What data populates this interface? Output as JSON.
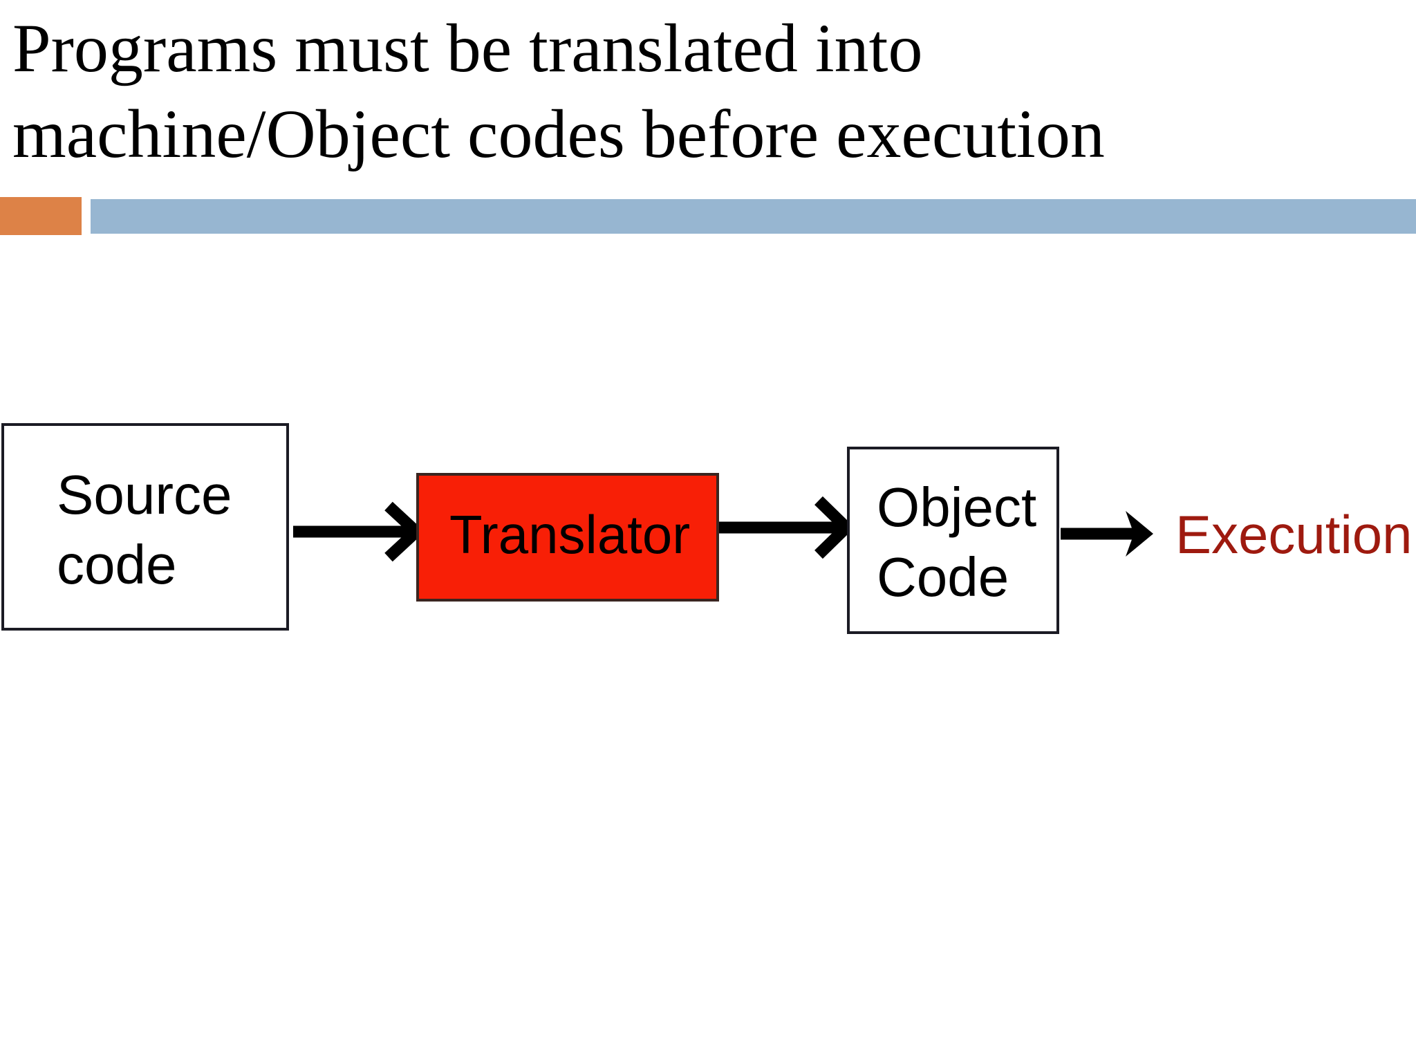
{
  "slide": {
    "title": "Programs must be translated into\nmachine/Object codes before execution",
    "background_color": "#ffffff",
    "title_color": "#000000"
  },
  "decor": {
    "orange_bar_color": "#dd8247",
    "blue_bar_color": "#97b6d1"
  },
  "diagram": {
    "type": "flow",
    "nodes": [
      {
        "id": "source-code",
        "label": "Source\ncode",
        "fill": "#ffffff",
        "border": "#1b1b24",
        "text_color": "#000000"
      },
      {
        "id": "translator",
        "label": "Translator",
        "fill": "#f81f06",
        "border": "#3a2520",
        "text_color": "#000000"
      },
      {
        "id": "object-code",
        "label": "Object\nCode",
        "fill": "#ffffff",
        "border": "#1b1b24",
        "text_color": "#000000"
      },
      {
        "id": "execution",
        "label": "Execution",
        "fill": "none",
        "border": "none",
        "text_color": "#9e1a0f"
      }
    ],
    "edges": [
      {
        "id": "edge-source-translator",
        "from": "source-code",
        "to": "translator",
        "style": "arrow",
        "color": "#000000"
      },
      {
        "id": "edge-translator-object",
        "from": "translator",
        "to": "object-code",
        "style": "arrow",
        "color": "#000000"
      },
      {
        "id": "edge-object-execution",
        "from": "object-code",
        "to": "execution",
        "style": "arrow",
        "color": "#000000"
      }
    ]
  }
}
